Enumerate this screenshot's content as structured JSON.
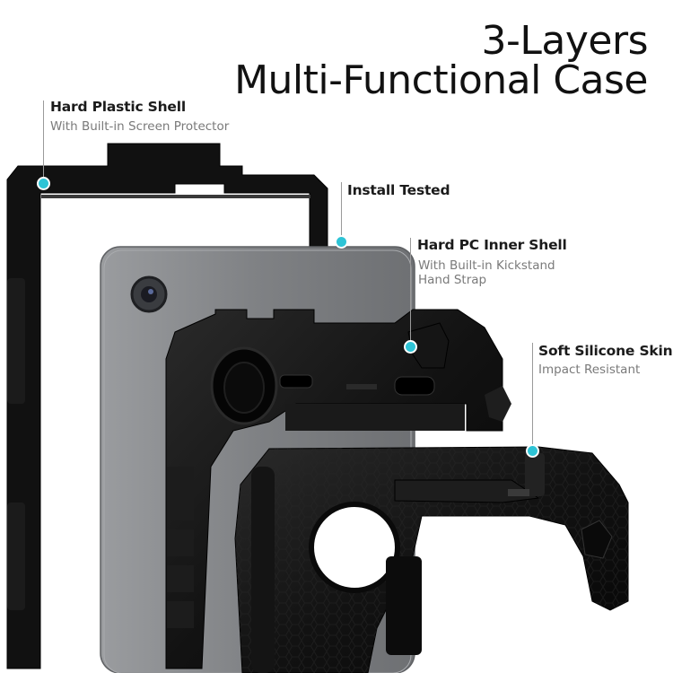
{
  "heading": {
    "line1": "3-Layers",
    "line2": "Multi-Functional Case"
  },
  "callouts": {
    "hard_plastic_shell": {
      "title": "Hard Plastic Shell",
      "detail": "With Built-in Screen Protector"
    },
    "install_tested": {
      "title": "Install Tested"
    },
    "hard_pc_inner_shell": {
      "title": "Hard PC Inner Shell",
      "detail_1": "With Built-in Kickstand",
      "detail_2": "Hand Strap"
    },
    "soft_silicone_skin": {
      "title": "Soft Silicone Skin",
      "detail": "Impact Resistant"
    }
  },
  "colors": {
    "accent_dot": "#2ec4d6",
    "case_black": "#0e0e0e",
    "tablet_grey": "#8d8f92"
  }
}
